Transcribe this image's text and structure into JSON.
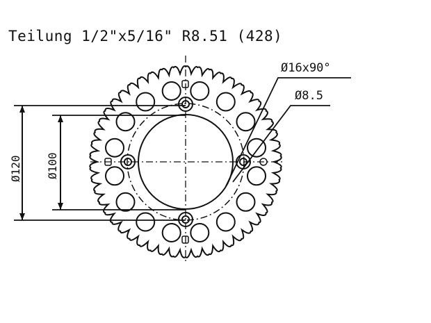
{
  "drawing": {
    "title": "Teilung 1/2\"x5/16\" R8.51 (428)",
    "callouts": {
      "countersink": "Ø16x90°",
      "hole": "Ø8.5"
    },
    "dimensions": {
      "outer_bolt_circle": "Ø120",
      "inner_bolt_circle": "Ø100"
    },
    "sprocket": {
      "teeth": 50,
      "bolt_holes": 4,
      "lightening_holes": 16,
      "line_color": "#111111"
    }
  }
}
